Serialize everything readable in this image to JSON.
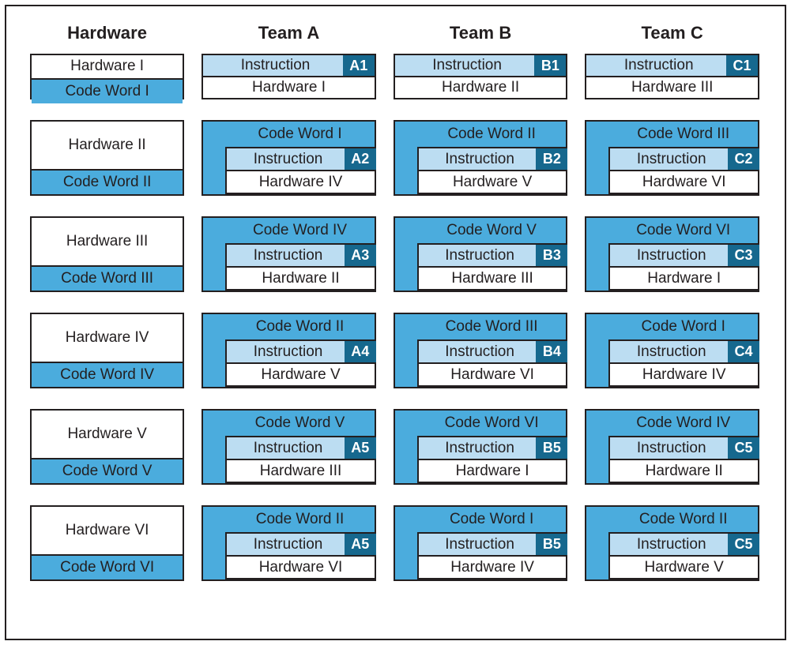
{
  "colors": {
    "frame": "#231f20",
    "code_word_blue": "#4bacdd",
    "instruction_light_blue": "#bcddf2",
    "badge_dark_teal": "#16688e",
    "text": "#231f20",
    "badge_text": "#ffffff",
    "card_background": "#ffffff"
  },
  "labels": {
    "instruction": "Instruction"
  },
  "columns": {
    "hardware": {
      "header": "Hardware",
      "cards": [
        {
          "hardware": "Hardware I",
          "code_word": "Code Word I"
        },
        {
          "hardware": "Hardware II",
          "code_word": "Code Word II"
        },
        {
          "hardware": "Hardware III",
          "code_word": "Code Word III"
        },
        {
          "hardware": "Hardware IV",
          "code_word": "Code Word IV"
        },
        {
          "hardware": "Hardware V",
          "code_word": "Code Word V"
        },
        {
          "hardware": "Hardware VI",
          "code_word": "Code Word VI"
        }
      ]
    },
    "team_a": {
      "header": "Team A",
      "rows": [
        {
          "code_word": null,
          "instruction": "Instruction",
          "badge": "A1",
          "hardware": "Hardware I"
        },
        {
          "code_word": "Code Word I",
          "instruction": "Instruction",
          "badge": "A2",
          "hardware": "Hardware IV"
        },
        {
          "code_word": "Code Word IV",
          "instruction": "Instruction",
          "badge": "A3",
          "hardware": "Hardware II"
        },
        {
          "code_word": "Code Word II",
          "instruction": "Instruction",
          "badge": "A4",
          "hardware": "Hardware V"
        },
        {
          "code_word": "Code Word V",
          "instruction": "Instruction",
          "badge": "A5",
          "hardware": "Hardware III"
        },
        {
          "code_word": "Code Word II",
          "instruction": "Instruction",
          "badge": "A5",
          "hardware": "Hardware VI"
        }
      ]
    },
    "team_b": {
      "header": "Team B",
      "rows": [
        {
          "code_word": null,
          "instruction": "Instruction",
          "badge": "B1",
          "hardware": "Hardware II"
        },
        {
          "code_word": "Code Word II",
          "instruction": "Instruction",
          "badge": "B2",
          "hardware": "Hardware V"
        },
        {
          "code_word": "Code Word V",
          "instruction": "Instruction",
          "badge": "B3",
          "hardware": "Hardware III"
        },
        {
          "code_word": "Code Word III",
          "instruction": "Instruction",
          "badge": "B4",
          "hardware": "Hardware VI"
        },
        {
          "code_word": "Code Word VI",
          "instruction": "Instruction",
          "badge": "B5",
          "hardware": "Hardware I"
        },
        {
          "code_word": "Code Word I",
          "instruction": "Instruction",
          "badge": "B5",
          "hardware": "Hardware IV"
        }
      ]
    },
    "team_c": {
      "header": "Team C",
      "rows": [
        {
          "code_word": null,
          "instruction": "Instruction",
          "badge": "C1",
          "hardware": "Hardware III"
        },
        {
          "code_word": "Code Word III",
          "instruction": "Instruction",
          "badge": "C2",
          "hardware": "Hardware VI"
        },
        {
          "code_word": "Code Word VI",
          "instruction": "Instruction",
          "badge": "C3",
          "hardware": "Hardware I"
        },
        {
          "code_word": "Code Word I",
          "instruction": "Instruction",
          "badge": "C4",
          "hardware": "Hardware IV"
        },
        {
          "code_word": "Code Word IV",
          "instruction": "Instruction",
          "badge": "C5",
          "hardware": "Hardware II"
        },
        {
          "code_word": "Code Word II",
          "instruction": "Instruction",
          "badge": "C5",
          "hardware": "Hardware V"
        }
      ]
    }
  }
}
